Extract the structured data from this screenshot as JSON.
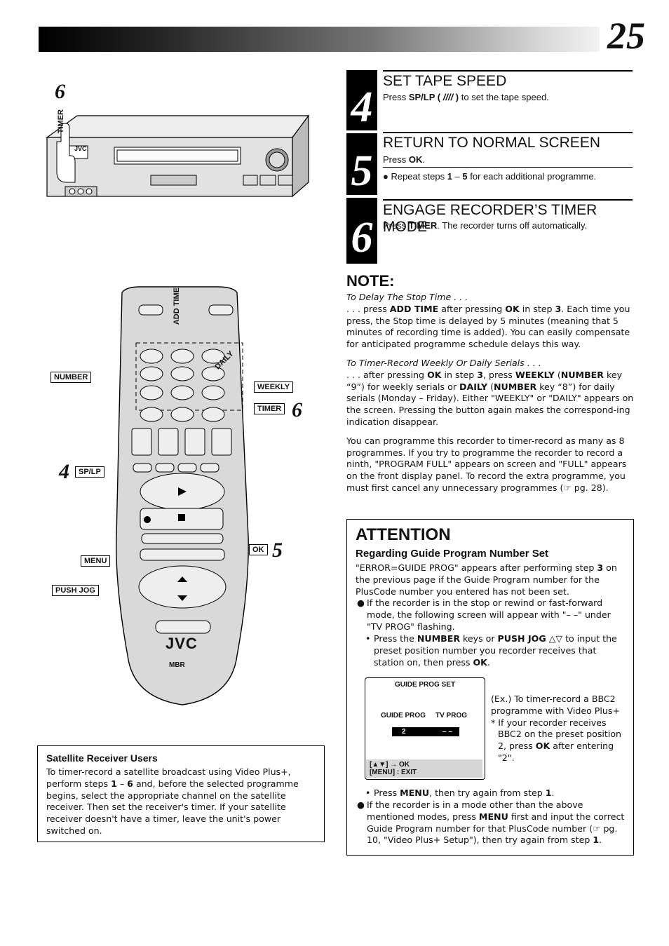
{
  "header": {
    "page_number": "25"
  },
  "steps": [
    {
      "num": "4",
      "title": "SET TAPE SPEED",
      "text_pre": "Press ",
      "text_b1": "SP/LP ( ",
      "text_icon": "////",
      "text_b2": " )",
      "text_post": " to set the tape speed."
    },
    {
      "num": "5",
      "title": "RETURN TO NORMAL SCREEN",
      "text_pre": "Press ",
      "text_b1": "OK",
      "text_post": ".",
      "bullet_pre": "● Repeat steps ",
      "bullet_b1": "1",
      "bullet_mid": " – ",
      "bullet_b2": "5",
      "bullet_post": " for each additional programme."
    },
    {
      "num": "6",
      "title": "ENGAGE RECORDER’S TIMER MODE",
      "text_pre": "Press ",
      "text_b1": "TIMER",
      "text_post": ". The recorder turns off automatically."
    }
  ],
  "note": {
    "title": "NOTE:",
    "p1_heading": "To Delay The Stop Time . . .",
    "p1_a": ". . . press ",
    "p1_b1": "ADD TIME",
    "p1_c": " after pressing ",
    "p1_b2": "OK",
    "p1_d": " in step ",
    "p1_b3": "3",
    "p1_e": ". Each time you press, the Stop time is delayed by 5 minutes (meaning that 5 minutes of recording time is added). You can easily compensate for anticipated programme schedule delays this way.",
    "p2_heading": "To Timer-Record Weekly Or Daily Serials . . .",
    "p2_a": ". . . after pressing ",
    "p2_b1": "OK",
    "p2_c": " in step ",
    "p2_b2": "3",
    "p2_d": ", press ",
    "p2_b3": "WEEKLY",
    "p2_e": " (",
    "p2_b4": "NUMBER",
    "p2_f": " key “9”) for weekly serials or ",
    "p2_b5": "DAILY",
    "p2_g": " (",
    "p2_b6": "NUMBER",
    "p2_h": " key “8”) for daily serials (Monday – Friday). Either \"WEEKLY\" or \"DAILY\" appears on the screen. Pressing the button again makes the correspond-ing indication disappear.",
    "p3": "You can programme this recorder to timer-record as many as 8 programmes. If you try to programme the recorder to record a ninth, \"PROGRAM FULL\" appears on screen and \"FULL\" appears on the front display panel. To record the extra programme, you must first cancel any unnecessary programmes (☞ pg. 28)."
  },
  "attention": {
    "title": "ATTENTION",
    "subtitle": "Regarding Guide Program Number Set",
    "intro_a": "\"ERROR=GUIDE PROG\" appears after performing step ",
    "intro_b": "3",
    "intro_c": " on the previous page if the Guide Program number for the PlusCode number you entered has not been set.",
    "b1": "If the recorder is in the stop or rewind or fast-forward mode, the following screen will appear with \"– –\" under \"TV PROG\" flashing.",
    "sub1_a": "Press the ",
    "sub1_b1": "NUMBER",
    "sub1_c": " keys or ",
    "sub1_b2": "PUSH JOG",
    "sub1_d": " △▽ to input the preset position number you recorder receives that station on, then press ",
    "sub1_b3": "OK",
    "sub1_e": ".",
    "screen": {
      "title": "GUIDE PROG SET",
      "col1": "GUIDE PROG",
      "col2": "TV PROG",
      "val1": "2",
      "val2": "– –",
      "foot1": "[▲▼] → OK",
      "foot2": "[MENU] : EXIT"
    },
    "ex_a": "(Ex.) To timer-record a BBC2 programme with Video Plus+",
    "ex_b": "* If your recorder receives BBC2 on the preset position 2, press ",
    "ex_b_bold": "OK",
    "ex_c": " after entering \"2\".",
    "sub2_a": "Press ",
    "sub2_b1": "MENU",
    "sub2_c": ", then try again from step ",
    "sub2_b2": "1",
    "sub2_d": ".",
    "b2_a": "If the recorder is in a mode other than the above mentioned modes, press ",
    "b2_b1": "MENU",
    "b2_c": " first and input the correct Guide Program number for that PlusCode number (☞ pg. 10, \"Video Plus+ Setup\"), then try again from step ",
    "b2_b2": "1",
    "b2_d": "."
  },
  "satellite": {
    "title": "Satellite Receiver Users",
    "a": "To timer-record a satellite broadcast using Video Plus+, perform steps ",
    "b1": "1",
    "c": " – ",
    "b2": "6",
    "d": " and, before the selected programme begins, select the appropriate channel on the satellite receiver. Then set the receiver's timer. If your satellite receiver doesn't have a timer, leave the unit's power switched on."
  },
  "illustration": {
    "vcr_step": "6",
    "vcr_label": "TIMER",
    "vcr_brand": "JVC",
    "remote_brand": "JVC",
    "remote_logo": "MBR",
    "labels": {
      "add_time": "ADD TIME",
      "daily": "DAILY",
      "number": "NUMBER",
      "weekly": "WEEKLY",
      "timer": "TIMER",
      "sp_lp": "SP/LP",
      "menu": "MENU",
      "ok": "OK",
      "push_jog": "PUSH JOG"
    },
    "step_timer": "6",
    "step_splp": "4",
    "step_ok": "5"
  }
}
